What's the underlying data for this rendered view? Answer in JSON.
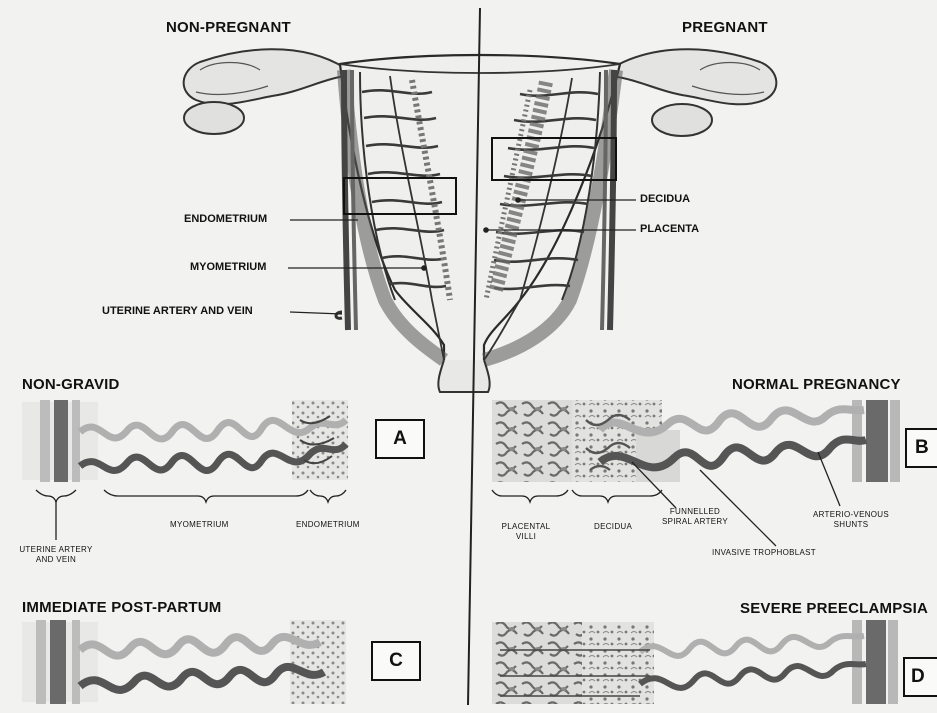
{
  "top": {
    "left_title": "NON-PREGNANT",
    "right_title": "PREGNANT",
    "labels": {
      "endometrium": "ENDOMETRIUM",
      "myometrium": "MYOMETRIUM",
      "uterine_artery_vein": "UTERINE ARTERY AND VEIN",
      "decidua": "DECIDUA",
      "placenta": "PLACENTA"
    }
  },
  "panels": {
    "a": {
      "title": "NON-GRAVID",
      "letter": "A",
      "labels": {
        "uterine_artery": "UTERINE ARTERY",
        "and_vein": "AND VEIN",
        "myometrium": "MYOMETRIUM",
        "endometrium": "ENDOMETRIUM"
      }
    },
    "b": {
      "title": "NORMAL PREGNANCY",
      "letter": "B",
      "labels": {
        "placental": "PLACENTAL",
        "villi": "VILLI",
        "decidua": "DECIDUA",
        "funnelled": "FUNNELLED",
        "spiral_artery": "SPIRAL ARTERY",
        "invasive_trophoblast": "INVASIVE TROPHOBLAST",
        "arterio_venous": "ARTERIO-VENOUS",
        "shunts": "SHUNTS"
      }
    },
    "c": {
      "title": "IMMEDIATE POST-PARTUM",
      "letter": "C"
    },
    "d": {
      "title": "SEVERE PREECLAMPSIA",
      "letter": "D"
    }
  }
}
